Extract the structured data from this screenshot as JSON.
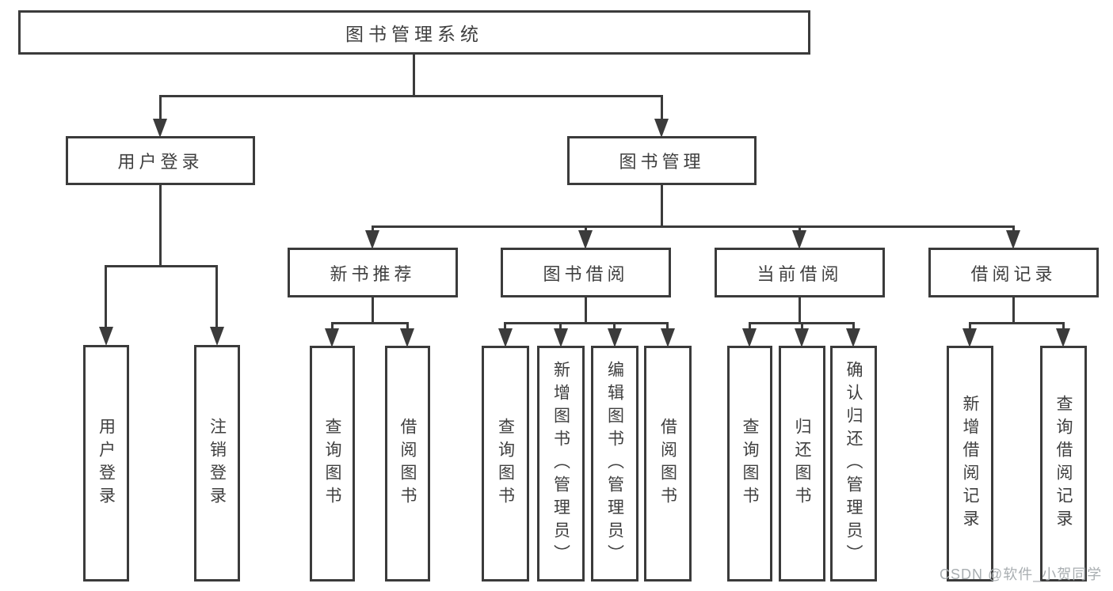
{
  "colors": {
    "line": "#3b3b3b",
    "text": "#3f3f3f",
    "background": "#ffffff",
    "watermark": "#a9aeb1"
  },
  "tree": {
    "root": {
      "label": "图书管理系统"
    },
    "user_login": {
      "label": "用户登录",
      "children": [
        {
          "label": "用户登录"
        },
        {
          "label": "注销登录"
        }
      ]
    },
    "book_mgmt": {
      "label": "图书管理",
      "children": [
        {
          "label": "新书推荐",
          "children": [
            {
              "label": "查询图书"
            },
            {
              "label": "借阅图书"
            }
          ]
        },
        {
          "label": "图书借阅",
          "children": [
            {
              "label": "查询图书"
            },
            {
              "label": "新增图书（管理员）"
            },
            {
              "label": "编辑图书（管理员）"
            },
            {
              "label": "借阅图书"
            }
          ]
        },
        {
          "label": "当前借阅",
          "children": [
            {
              "label": "查询图书"
            },
            {
              "label": "归还图书"
            },
            {
              "label": "确认归还（管理员）"
            }
          ]
        },
        {
          "label": "借阅记录",
          "children": [
            {
              "label": "新增借阅记录"
            },
            {
              "label": "查询借阅记录"
            }
          ]
        }
      ]
    }
  },
  "watermark": {
    "text": "CSDN @软件_小贺同学"
  }
}
